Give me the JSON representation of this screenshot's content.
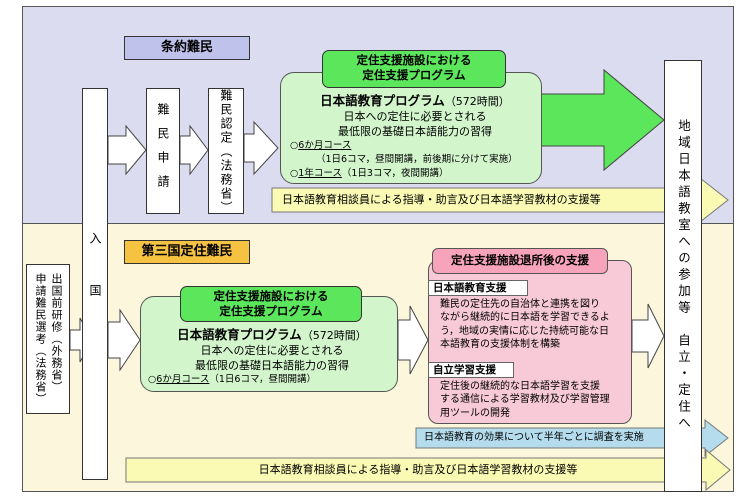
{
  "top_section": {
    "label": "条約難民",
    "steps": [
      "難民申請",
      "難民認定（法務省）"
    ],
    "program": {
      "title_line1": "定住支援施設における",
      "title_line2": "定住支援プログラム",
      "name": "日本語教育プログラム",
      "hours": "（572時間）",
      "desc_line1": "日本への定住に必要とされる",
      "desc_line2": "最低限の基礎日本語能力の習得",
      "course1_label": "6か月コース",
      "course1_detail": "（1日6コマ，昼間開講，前後期に分けて実施）",
      "course2_label": "1年コース",
      "course2_detail": "（1日3コマ，夜間開講）"
    },
    "support_arrow": "日本語教育相談員による指導・助言及び日本語学習教材の支援等"
  },
  "bottom_section": {
    "label": "第三国定住難民",
    "pre_training": "出国前研修（外務省）",
    "screening": "申請難民選考（法務省）",
    "program": {
      "title_line1": "定住支援施設における",
      "title_line2": "定住支援プログラム",
      "name": "日本語教育プログラム",
      "hours": "（572時間）",
      "desc_line1": "日本への定住に必要とされる",
      "desc_line2": "最低限の基礎日本語能力の習得",
      "course1_label": "6か月コース",
      "course1_detail": "（1日6コマ，昼間開講）"
    },
    "post_support": {
      "title": "定住支援施設退所後の支援",
      "box1_title": "日本語教育支援",
      "box1_lines": [
        "難民の定住先の自治体と連携を図り",
        "ながら継続的に日本語を学習できるよ",
        "う，地域の実情に応じた持続可能な日",
        "本語教育の支援体制を構築"
      ],
      "box2_title": "自立学習支援",
      "box2_lines": [
        "定住後の継続的な日本語学習を支援",
        "する通信による学習教材及び学習管理",
        "用ツールの開発"
      ]
    },
    "survey_arrow": "日本語教育の効果について半年ごとに調査を実施",
    "support_arrow": "日本語教育相談員による指導・助言及び日本語学習教材の支援等"
  },
  "entry": "入国",
  "final": "地域日本語教室への参加等　自立・定住へ",
  "colors": {
    "top_band": "#dcdcf0",
    "bottom_band": "#fbf6dc",
    "green_box": "#d2f5cc",
    "green_title": "#5ce65c",
    "pink_box": "#f8cad8",
    "yellow_arrow": "#fafab4",
    "blue_arrow": "#b4dced"
  }
}
